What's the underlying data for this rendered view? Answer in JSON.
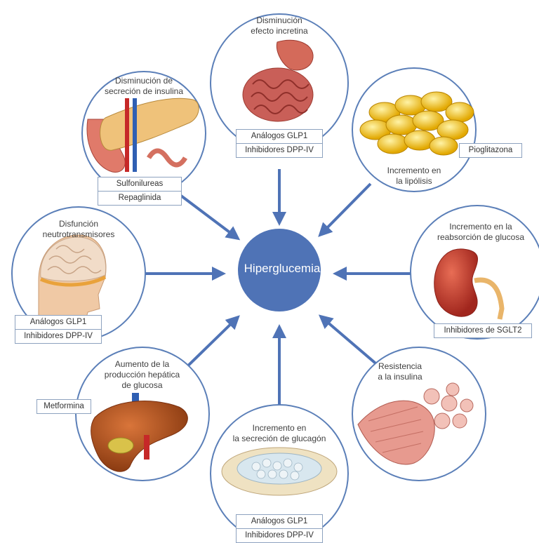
{
  "center": {
    "label": "Hiperglucemia"
  },
  "colors": {
    "hub": "#4f73b6",
    "arrow": "#4f73b6",
    "ring": "#5b7fb8",
    "box_border": "#8da2bf"
  },
  "nodes": {
    "incretin": {
      "title": [
        "Disminución",
        "efecto incretina"
      ],
      "drugs": [
        "Análogos GLP1",
        "Inhibidores DPP-IV"
      ],
      "icon": "intestine-icon"
    },
    "insulin_secretion": {
      "title": [
        "Disminución de",
        "secreción de insulina"
      ],
      "drugs": [
        "Sulfonilureas",
        "Repaglinida"
      ],
      "icon": "pancreas-icon"
    },
    "lipolysis": {
      "title": [
        "Incremento en",
        "la lipólisis"
      ],
      "drugs": [
        "Pioglitazona"
      ],
      "icon": "fat-cells-icon"
    },
    "neuro": {
      "title": [
        "Disfunción",
        "neutrotransmisores"
      ],
      "drugs": [
        "Análogos GLP1",
        "Inhibidores DPP-IV"
      ],
      "icon": "brain-icon"
    },
    "renal": {
      "title": [
        "Incremento en la",
        "reabsorción de glucosa"
      ],
      "drugs": [
        "Inhibidores de SGLT2"
      ],
      "icon": "kidney-icon"
    },
    "hepatic": {
      "title": [
        "Aumento de la",
        "producción hepática",
        "de glucosa"
      ],
      "drugs": [
        "Metformina"
      ],
      "icon": "liver-icon"
    },
    "insulin_resistance": {
      "title": [
        "Resistencia",
        "a la insulina"
      ],
      "drugs": [],
      "icon": "muscle-icon"
    },
    "glucagon": {
      "title": [
        "Incremento en",
        "la secreción de glucagón"
      ],
      "drugs": [
        "Análogos GLP1",
        "Inhibidores DPP-IV"
      ],
      "icon": "pancreatic-islet-icon"
    }
  }
}
